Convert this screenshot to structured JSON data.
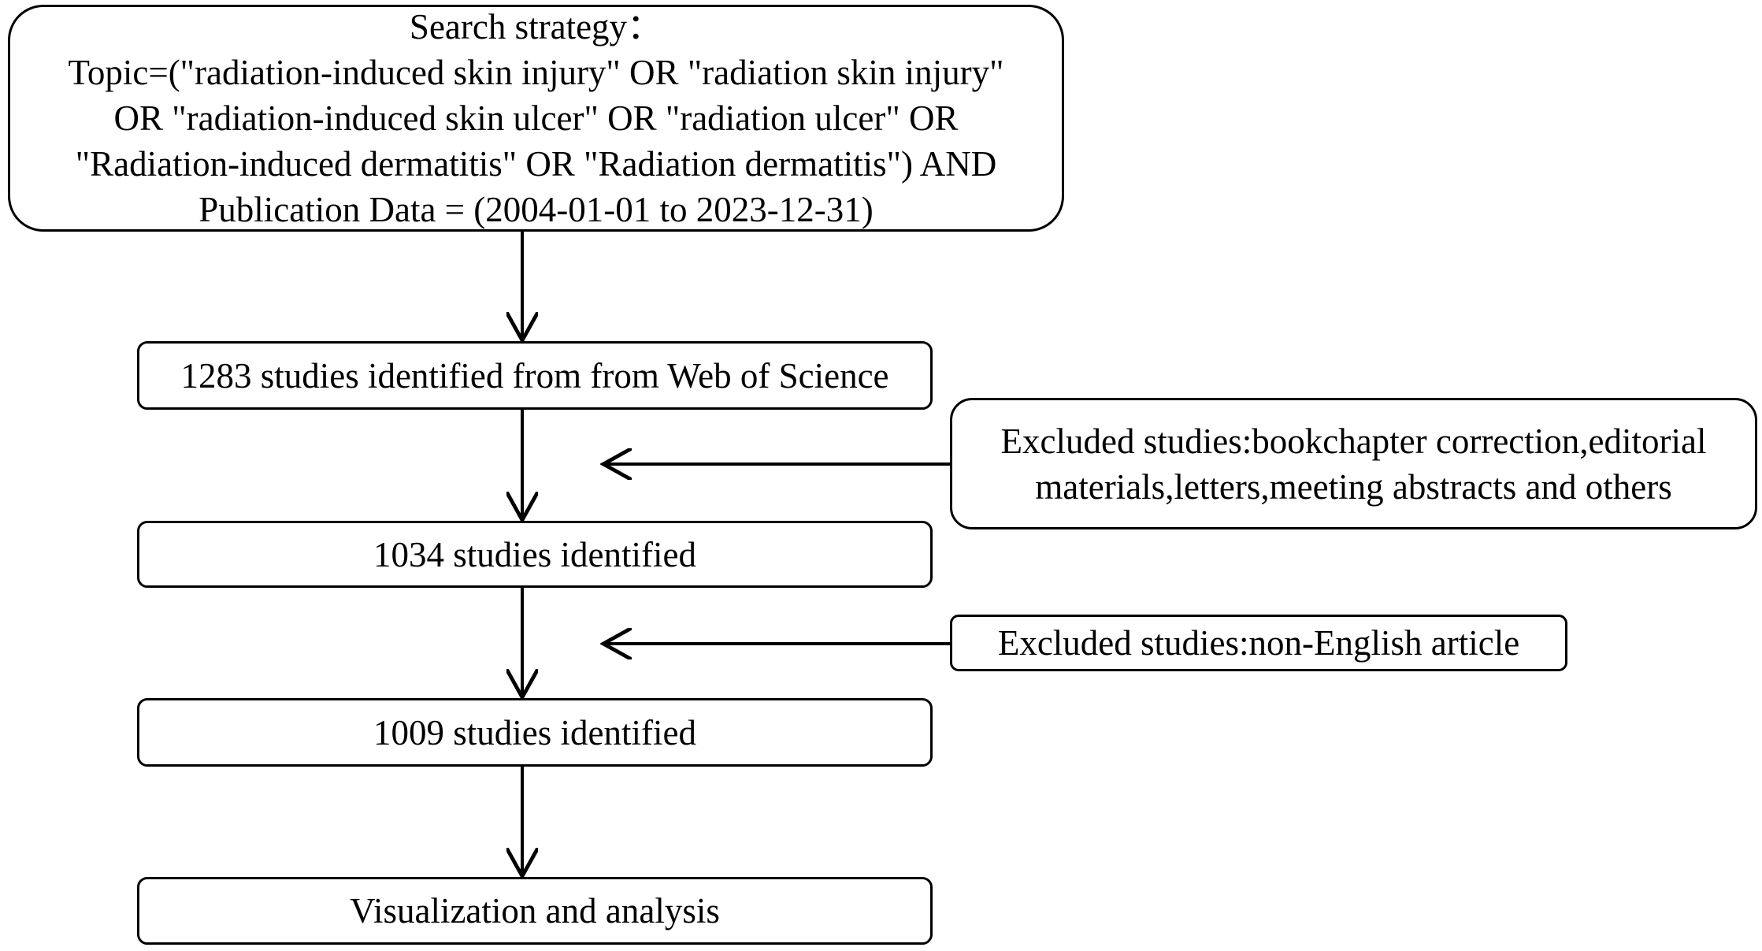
{
  "search_box": {
    "lines": [
      "Search strategy：",
      "Topic=(\"radiation-induced skin injury\" OR \"radiation skin injury\"",
      "OR \"radiation-induced skin ulcer\" OR \"radiation ulcer\" OR",
      "\"Radiation-induced dermatitis\" OR \"Radiation dermatitis\") AND",
      "Publication Data = (2004-01-01 to 2023-12-31)"
    ]
  },
  "steps": {
    "identified_wos": "1283 studies identified from from Web of Science",
    "identified_1034": "1034 studies identified",
    "identified_1009": "1009 studies identified",
    "visualization": "Visualization and analysis"
  },
  "exclusions": {
    "first": {
      "lines": [
        "Excluded studies:bookchapter correction,editorial",
        "materials,letters,meeting abstracts and others"
      ]
    },
    "second": "Excluded studies:non-English article"
  },
  "colors": {
    "stroke": "#000000",
    "background": "#ffffff"
  }
}
